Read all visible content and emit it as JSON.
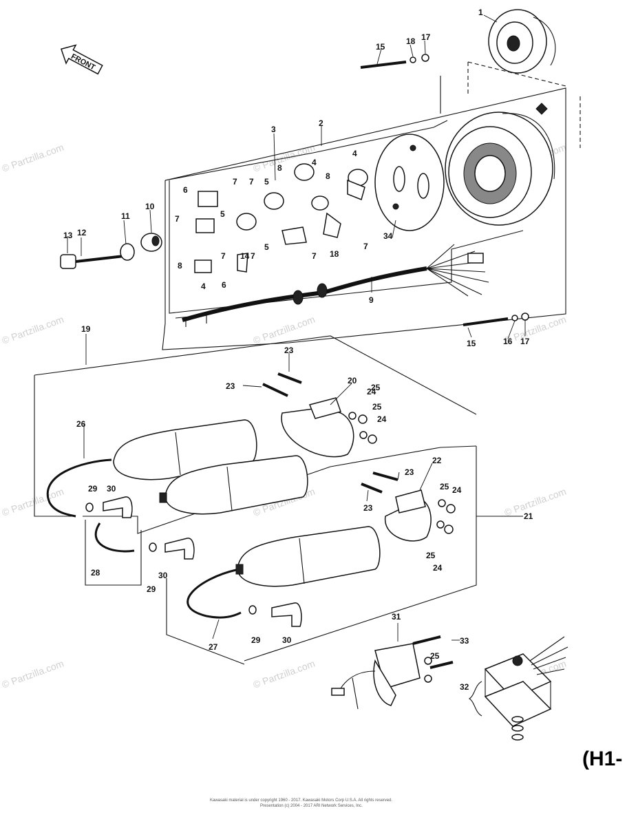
{
  "front_arrow": {
    "text": "FRONT"
  },
  "diagram_ref": "(H1-",
  "watermarks": [
    "© Partzilla.com",
    "© Partzilla.com",
    "© Partzilla.com",
    "© Partzilla.com",
    "© Partzilla.com",
    "© Partzilla.com",
    "© Partzilla.com",
    "© Partzilla.com",
    "© Partzilla.com",
    "© Partzilla.com",
    "© Partzilla.com",
    "© Partzilla.com"
  ],
  "footer": {
    "line1": "Kawasaki material is under copyright 1960 - 2017. Kawasaki Motors Corp U.S.A. All rights reserved.",
    "line2": "Presentation (c) 2004 - 2017 ARI Network Services, Inc."
  },
  "labels": [
    "1",
    "2",
    "3",
    "4",
    "4",
    "4",
    "5",
    "5",
    "5",
    "6",
    "6",
    "7",
    "7",
    "7",
    "7",
    "7",
    "7",
    "7",
    "8",
    "8",
    "8",
    "9",
    "10",
    "11",
    "12",
    "13",
    "14",
    "15",
    "15",
    "16",
    "17",
    "17",
    "18",
    "18",
    "19",
    "20",
    "21",
    "22",
    "23",
    "23",
    "23",
    "23",
    "24",
    "24",
    "24",
    "24",
    "25",
    "25",
    "25",
    "25",
    "25",
    "26",
    "27",
    "28",
    "29",
    "29",
    "29",
    "30",
    "30",
    "30",
    "31",
    "32",
    "33",
    "34"
  ],
  "colors": {
    "ink": "#111111",
    "watermark": "#cfcfcf",
    "background": "#ffffff"
  }
}
